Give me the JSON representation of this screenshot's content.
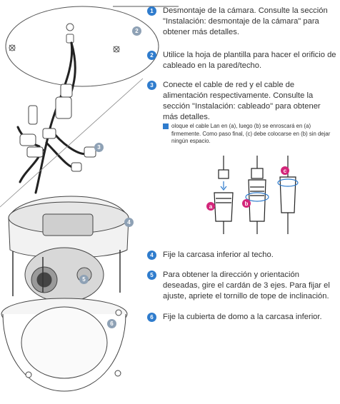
{
  "steps": [
    {
      "num": "1",
      "text": "Desmontaje de la cámara. Consulte la sección \"Instalación: desmontaje de la cámara\" para obtener más detalles."
    },
    {
      "num": "2",
      "text": "Utilice la hoja de plantilla para hacer el orificio de cableado en la pared/techo."
    },
    {
      "num": "3",
      "text": "Conecte el cable de red y el cable de alimentación respectivamente. Consulte la sección \"Instalación: cableado\" para obtener más detalles."
    },
    {
      "num": "4",
      "text": "Fije la carcasa inferior al techo."
    },
    {
      "num": "5",
      "text": "Para obtener la dirección y orientación deseadas, gire el cardán de 3 ejes. Para fijar el ajuste, apriete el tornillo de tope de inclinación."
    },
    {
      "num": "6",
      "text": "Fije la cubierta de domo a la carcasa inferior."
    }
  ],
  "note": {
    "text": "oloque el cable Lan en (a), luego (b) se enroscará en (a) firmemente. Como paso final, (c) debe colocarse en (b) sin dejar ningún espacio."
  },
  "figure_labels": {
    "callouts": [
      "2",
      "3",
      "4",
      "5",
      "6"
    ],
    "letters": [
      "a",
      "b",
      "c"
    ]
  },
  "colors": {
    "badge_blue": "#2f7ccd",
    "badge_gray": "#8ea1b5",
    "letter_magenta": "#d3267a"
  }
}
